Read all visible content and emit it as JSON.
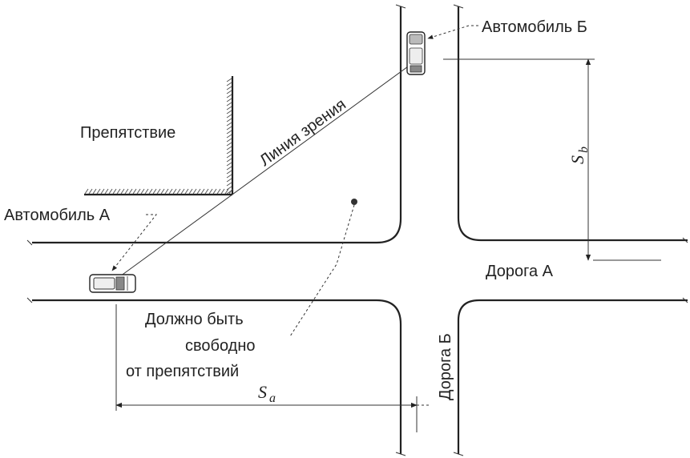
{
  "labels": {
    "obstacle": "Препятствие",
    "car_a": "Автомобиль А",
    "car_b": "Автомобиль Б",
    "line_of_sight": "Линия зрения",
    "road_a": "Дорога А",
    "road_b": "Дорога Б",
    "must_be_clear": [
      "Должно быть",
      "свободно",
      "от препятствий"
    ],
    "sa_symbol": "S",
    "sa_sub": "a",
    "sb_symbol": "S",
    "sb_sub": "b"
  },
  "icons": {
    "car_a": "car-top-view",
    "car_b": "car-top-view",
    "clear_point": "dot"
  },
  "colors": {
    "lines": "#222222",
    "background": "#ffffff"
  }
}
